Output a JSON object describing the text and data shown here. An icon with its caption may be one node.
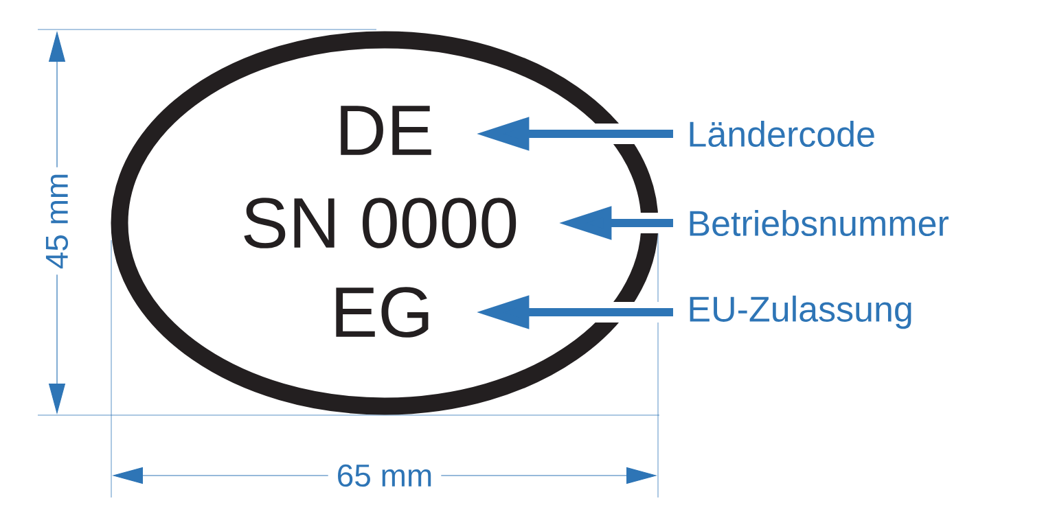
{
  "diagram": {
    "nodes": [
      {
        "text": [],
        "shape": "ellipse"
      },
      {
        "text": [
          "DE"
        ],
        "in": 0
      },
      {
        "text": [
          "SN 0000"
        ],
        "in": 0
      },
      {
        "text": [
          "EG"
        ],
        "in": 0
      },
      {
        "text": [
          "Ländercode"
        ]
      },
      {
        "text": [
          "Betriebsnummer"
        ]
      },
      {
        "text": [
          "EU-Zulassung"
        ]
      }
    ],
    "edges": [
      {
        "from": 4,
        "to": 1,
        "arrow": "to"
      },
      {
        "from": 5,
        "to": 2,
        "arrow": "to"
      },
      {
        "from": 6,
        "to": 3,
        "arrow": "to"
      }
    ],
    "labels": [
      "45 mm",
      "65 mm"
    ]
  }
}
